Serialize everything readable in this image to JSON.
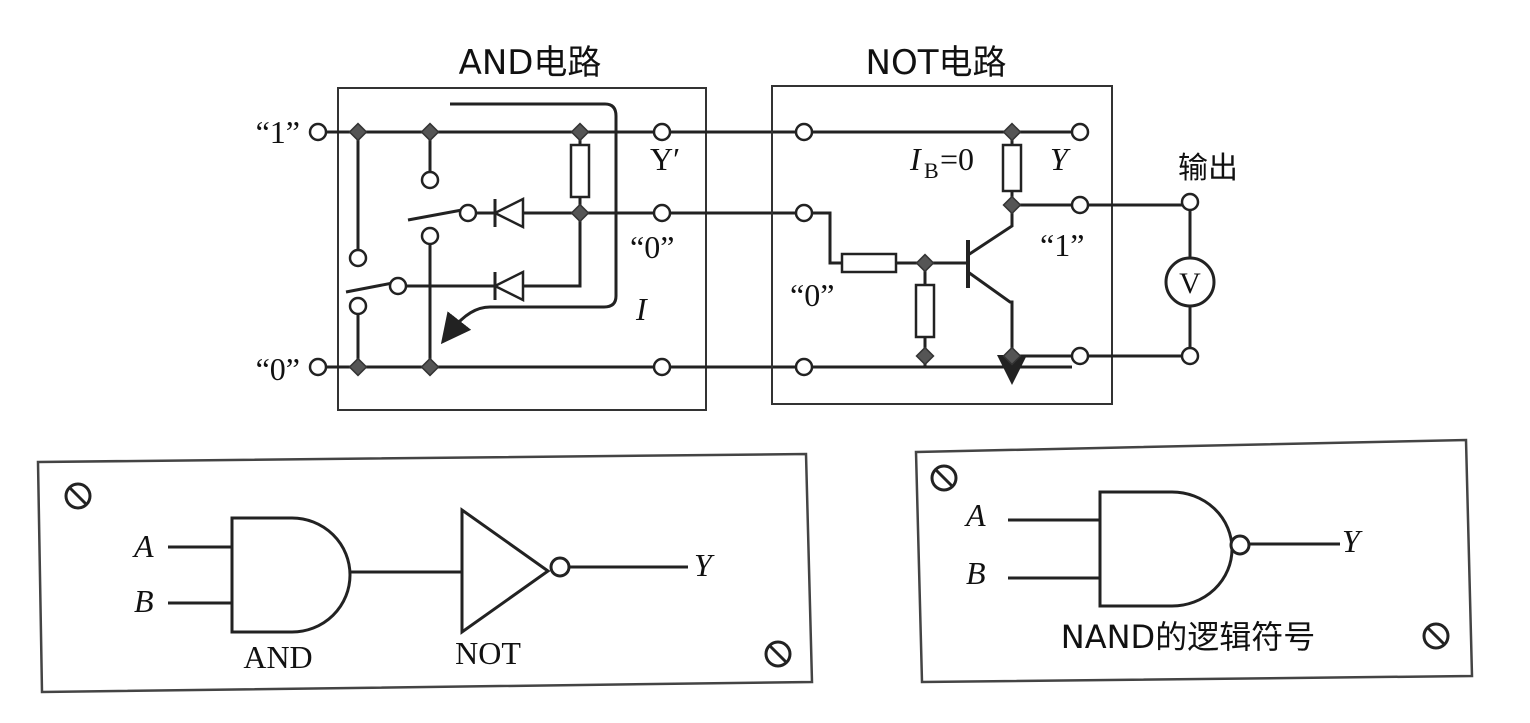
{
  "top_diagram": {
    "and_title": "AND电路",
    "not_title": "NOT电路",
    "input_high": "“1”",
    "input_low": "“0”",
    "y_prime": "Y′",
    "and_out_value": "“0”",
    "current_label": "I",
    "ib_label_i": "I",
    "ib_label_sub": "B",
    "ib_label_val": "=0",
    "y_label": "Y",
    "output_label": "输出",
    "out_value": "“1”",
    "base_value": "“0”",
    "meter_label": "V"
  },
  "panel_left": {
    "input_a": "A",
    "input_b": "B",
    "output_y": "Y",
    "and_label": "AND",
    "not_label": "NOT"
  },
  "panel_right": {
    "input_a": "A",
    "input_b": "B",
    "output_y": "Y",
    "caption": "NAND的逻辑符号"
  }
}
